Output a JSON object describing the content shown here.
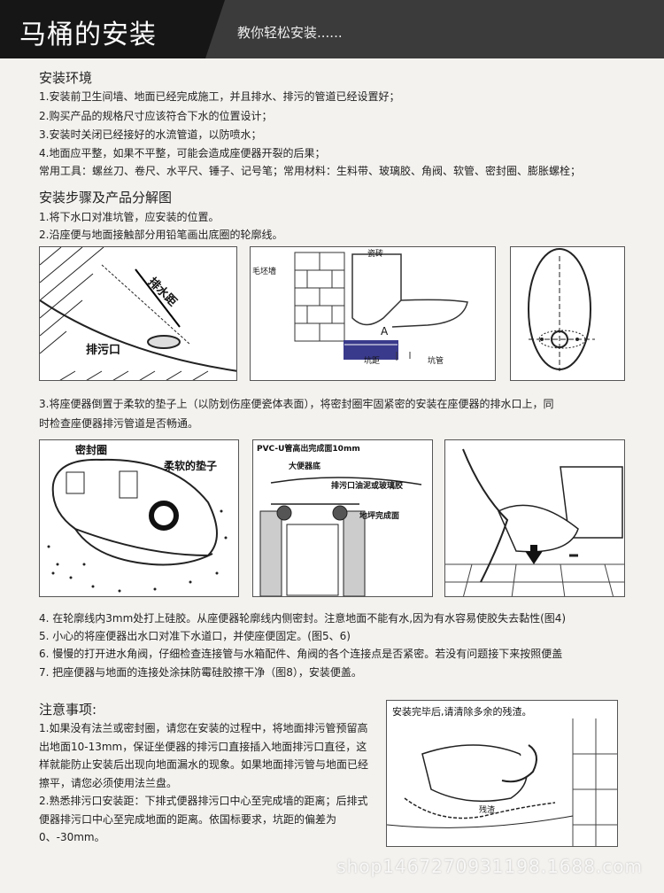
{
  "header": {
    "title": "马桶的安装",
    "subtitle": "教你轻松安装......"
  },
  "env": {
    "title": "安装环境",
    "lines": [
      "1.安装前卫生间墙、地面已经完成施工，并且排水、排污的管道已经设置好；",
      "2.购买产品的规格尺寸应该符合下水的位置设计；",
      "3.安装时关闭已经接好的水流管道，以防喷水；",
      "4.地面应平整，如果不平整，可能会造成座便器开裂的后果；",
      "常用工具：螺丝刀、卷尺、水平尺、锤子、记号笔；常用材料：生料带、玻璃胶、角阀、软管、密封圈、膨胀螺栓；"
    ]
  },
  "steps": {
    "title": "安装步骤及产品分解图",
    "lines": [
      "1.将下水口对准坑管，应安装的位置。",
      "2.沿座便与地面接触部分用铅笔画出底圈的轮廓线。"
    ],
    "step3_lines": [
      "3.将座便器倒置于柔软的垫子上（以防划伤座便瓷体表面），将密封圈牢固紧密的安装在座便器的排水口上，同",
      "时检查座便器排污管道是否畅通。"
    ],
    "later_lines": [
      "4. 在轮廓线内3mm处打上硅胶。从座便器轮廓线内侧密封。注意地面不能有水,因为有水容易使胶失去黏性(图4)",
      "5. 小心的将座便器出水口对准下水道口，并使座便固定。(图5、6)",
      "6. 慢慢的打开进水角阀，仔细检查连接管与水箱配件、角阀的各个连接点是否紧密。若没有问题接下来按照便盖",
      "7. 把座便器与地面的连接处涂抹防霉硅胶擦干净（图8），安装便盖。"
    ]
  },
  "fig1": {
    "drain_distance": "排水距",
    "sewage_outlet": "排污口"
  },
  "fig2": {
    "tile": "瓷砖",
    "rough_wall": "毛坯墙",
    "a": "A",
    "pit_distance": "坑距",
    "pit_pipe": "坑管"
  },
  "fig4": {
    "seal_ring": "密封圈",
    "soft_pad": "柔软的垫子"
  },
  "fig5": {
    "pvc": "PVC-U管高出完成面10mm",
    "toilet_bottom": "大便器底",
    "putty": "排污口油泥或玻璃胶",
    "floor": "地坪完成面"
  },
  "notes": {
    "title": "注意事项:",
    "p1": "1.如果没有法兰或密封圈，请您在安装的过程中，将地面排污管预留高出地面10-13mm，保证坐便器的排污口直接插入地面排污口直径，这样就能防止安装后出现向地面漏水的现象。如果地面排污管与地面已经擦平，请您必须使用法兰盘。",
    "p2": "2.熟悉排污口安装距：下排式便器排污口中心至完成墙的距离；后排式便器排污口中心至完成地面的距离。依国标要求，坑距的偏差为0、-30mm。"
  },
  "fig8": {
    "caption": "安装完毕后,请清除多余的残渣。",
    "residue": "残渣"
  },
  "watermark": "shop1467270931198.1688.com"
}
